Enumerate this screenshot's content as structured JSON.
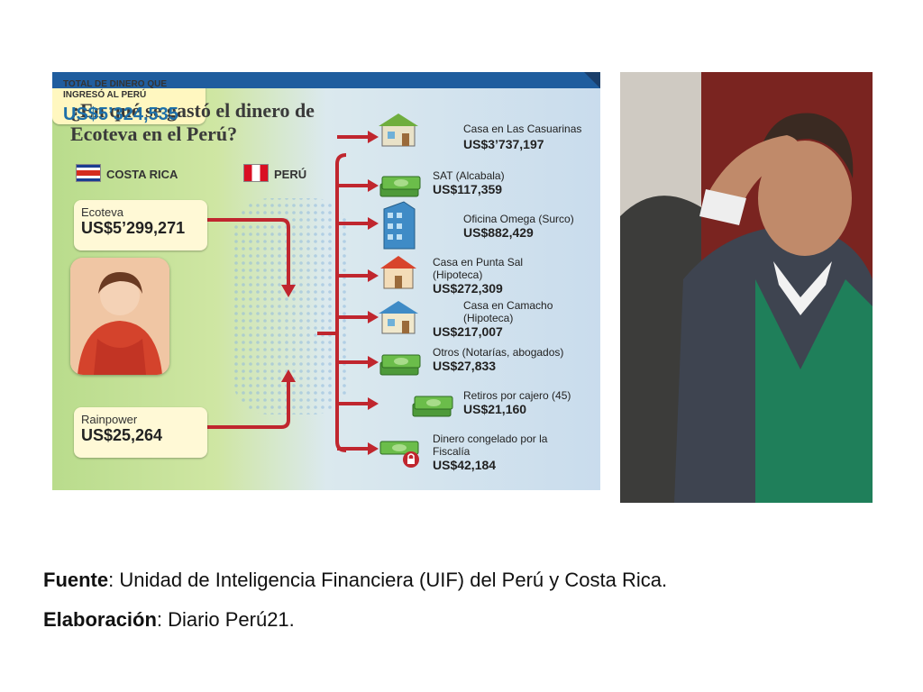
{
  "infographic": {
    "title": "¿En qué se gastó el dinero de Ecoteva en el Perú?",
    "countries": {
      "origin": "COSTA RICA",
      "destination": "PERÚ"
    },
    "sources": [
      {
        "name": "Ecoteva",
        "amount": "US$5’299,271"
      },
      {
        "name": "Rainpower",
        "amount": "US$25,264"
      }
    ],
    "total": {
      "label": "TOTAL DE DINERO QUE INGRESÓ AL PERÚ",
      "amount": "US$5’324,535"
    },
    "items": [
      {
        "label": "Casa en Las Casuarinas",
        "amount": "US$3’737,197",
        "icon": "house-icon"
      },
      {
        "label": "SAT (Alcabala)",
        "amount": "US$117,359",
        "icon": "money-stack-icon"
      },
      {
        "label": "Oficina Omega (Surco)",
        "amount": "US$882,429",
        "icon": "office-building-icon"
      },
      {
        "label": "Casa en Punta Sal (Hipoteca)",
        "amount": "US$272,309",
        "icon": "house-icon"
      },
      {
        "label": "Casa en Camacho (Hipoteca)",
        "amount": "US$217,007",
        "icon": "house-icon"
      },
      {
        "label": "Otros (Notarías, abogados)",
        "amount": "US$27,833",
        "icon": "money-stack-icon"
      },
      {
        "label": "Retiros por cajero (45)",
        "amount": "US$21,160",
        "icon": "money-stack-icon"
      },
      {
        "label": "Dinero congelado por la Fiscalía",
        "amount": "US$42,184",
        "icon": "locked-money-icon"
      }
    ],
    "colors": {
      "arrow": "#c0262e",
      "topbar": "#1f5d9e",
      "total_amount": "#1e6fa8",
      "box": "#fff9d6"
    }
  },
  "caption": {
    "source_label": "Fuente",
    "source_text": ": Unidad de Inteligencia Financiera (UIF) del Perú y Costa Rica.",
    "credit_label": "Elaboración",
    "credit_text": ": Diario Perú21."
  }
}
